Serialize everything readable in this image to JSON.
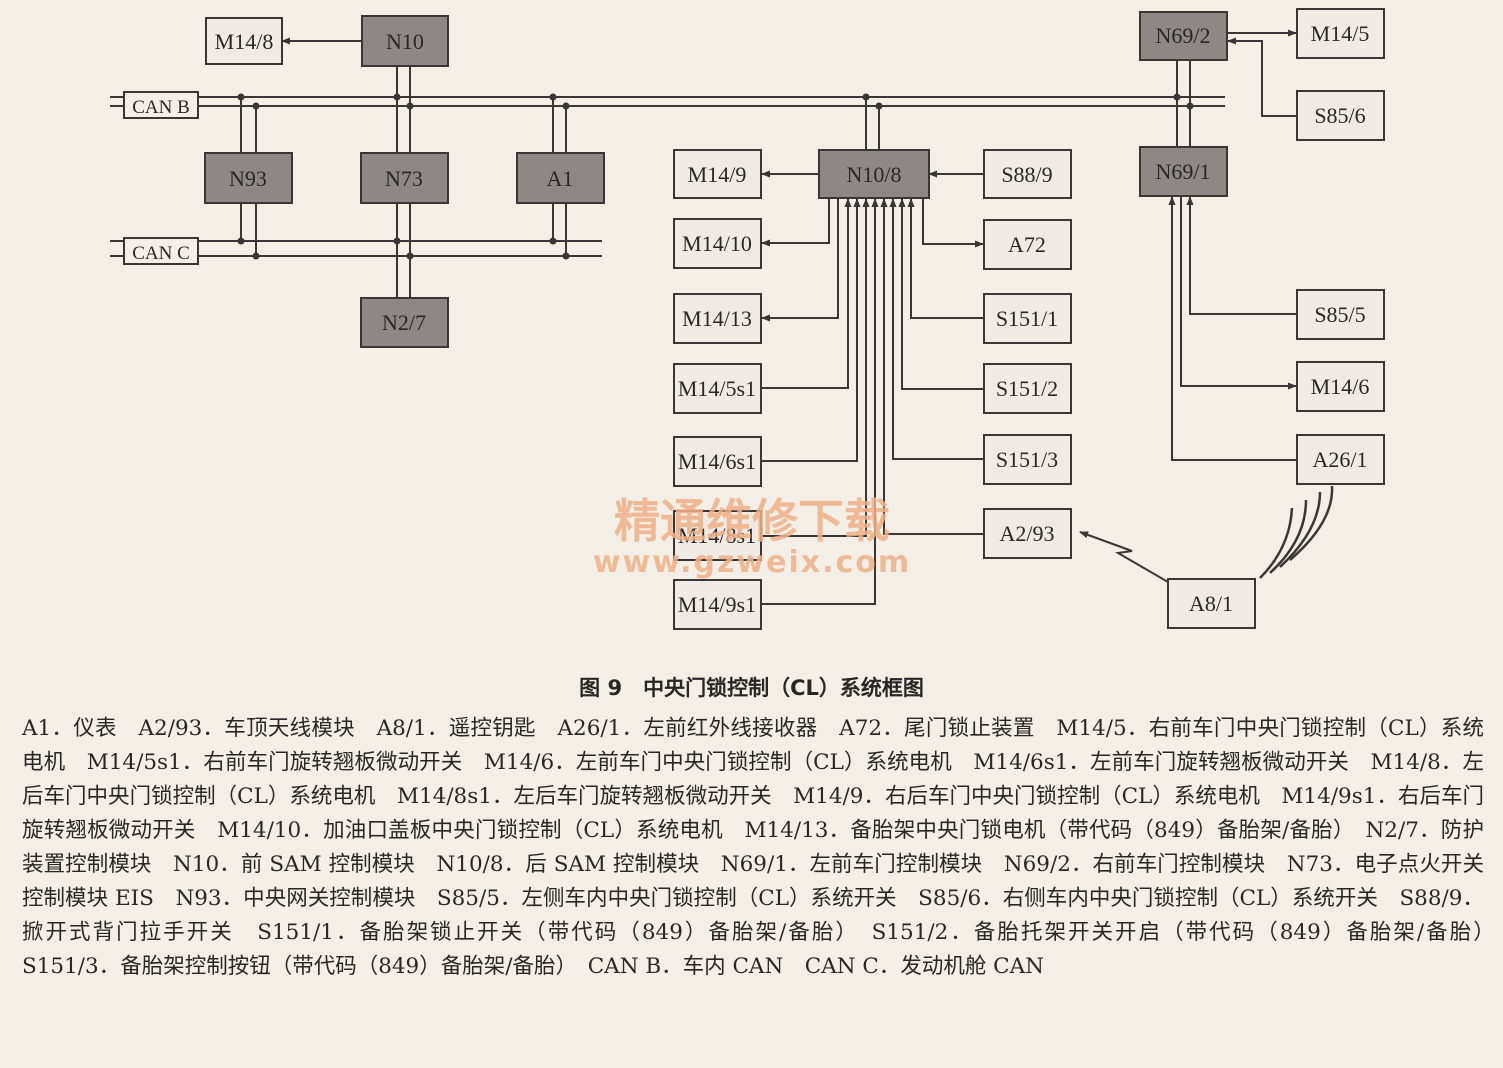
{
  "nodes": {
    "M14_8": "M14/8",
    "N10": "N10",
    "N69_2": "N69/2",
    "M14_5": "M14/5",
    "S85_6": "S85/6",
    "N93": "N93",
    "N73": "N73",
    "A1": "A1",
    "M14_9": "M14/9",
    "N10_8": "N10/8",
    "S88_9": "S88/9",
    "N69_1": "N69/1",
    "M14_10": "M14/10",
    "A72": "A72",
    "N2_7": "N2/7",
    "M14_13": "M14/13",
    "S151_1": "S151/1",
    "S85_5": "S85/5",
    "M14_5s1": "M14/5s1",
    "S151_2": "S151/2",
    "M14_6": "M14/6",
    "M14_6s1": "M14/6s1",
    "S151_3": "S151/3",
    "A26_1": "A26/1",
    "M14_8s1": "M14/8s1",
    "A2_93": "A2/93",
    "M14_9s1": "M14/9s1",
    "A8_1": "A8/1"
  },
  "buses": {
    "can_b": "CAN B",
    "can_c": "CAN C"
  },
  "watermark": {
    "name": "精通维修下载",
    "url": "www.gzweix.com"
  },
  "caption": "图 9　中央门锁控制（CL）系统框图",
  "legend": "A1．仪表　A2/93．车顶天线模块　A8/1．遥控钥匙　A26/1．左前红外线接收器　A72．尾门锁止装置　M14/5．右前车门中央门锁控制（CL）系统电机　M14/5s1．右前车门旋转翘板微动开关　M14/6．左前车门中央门锁控制（CL）系统电机　M14/6s1．左前车门旋转翘板微动开关　M14/8．左后车门中央门锁控制（CL）系统电机　M14/8s1．左后车门旋转翘板微动开关　M14/9．右后车门中央门锁控制（CL）系统电机　M14/9s1．右后车门旋转翘板微动开关　M14/10．加油口盖板中央门锁控制（CL）系统电机　M14/13．备胎架中央门锁电机（带代码（849）备胎架/备胎）　N2/7．防护装置控制模块　N10．前 SAM 控制模块　N10/8．后 SAM 控制模块　N69/1．左前车门控制模块　N69/2．右前车门控制模块　N73．电子点火开关控制模块 EIS　N93．中央网关控制模块　S85/5．左侧车内中央门锁控制（CL）系统开关　S85/6．右侧车内中央门锁控制（CL）系统开关　S88/9．掀开式背门拉手开关　S151/1．备胎架锁止开关（带代码（849）备胎架/备胎）　S151/2．备胎托架开关开启（带代码（849）备胎架/备胎）　S151/3．备胎架控制按钮（带代码（849）备胎架/备胎）　CAN B．车内 CAN　CAN C．发动机舱 CAN"
}
